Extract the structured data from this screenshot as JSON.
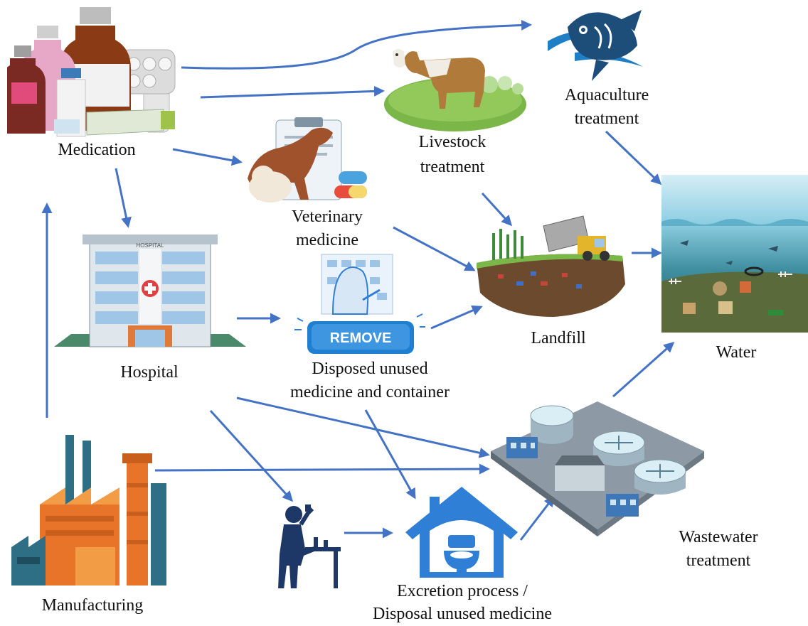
{
  "labels": {
    "medication": "Medication",
    "livestock_l1": "Livestock",
    "livestock_l2": "treatment",
    "aquaculture_l1": "Aquaculture",
    "aquaculture_l2": "treatment",
    "veterinary_l1": "Veterinary",
    "veterinary_l2": "medicine",
    "hospital": "Hospital",
    "disposed_l1": "Disposed unused",
    "disposed_l2": "medicine and container",
    "landfill": "Landfill",
    "water": "Water",
    "manufacturing": "Manufacturing",
    "wastewater_l1": "Wastewater",
    "wastewater_l2": "treatment",
    "excretion_l1": "Excretion process /",
    "excretion_l2": "Disposal unused medicine"
  },
  "pictures": {
    "hospital_sign": "HOSPITAL",
    "remove_button": "REMOVE"
  },
  "colors": {
    "arrow": "#4472c4",
    "text": "#111111",
    "house_blue": "#2f7fd6",
    "person_navy": "#1d3766",
    "factory_orange": "#e8742a",
    "factory_teal": "#2f6f86",
    "water_top": "#bfe6f2",
    "water_bottom": "#1f5f70",
    "soil_brown": "#6b4a2e",
    "grass_green": "#7ab648",
    "remove_blue": "#1f7fd0"
  },
  "icons": [
    "medication-bottles-icon",
    "aquaculture-fish-icon",
    "livestock-cow-icon",
    "veterinary-dog-icon",
    "hospital-building-icon",
    "remove-disposal-icon",
    "landfill-truck-icon",
    "water-pollution-icon",
    "manufacturing-factory-icon",
    "person-drinking-icon",
    "toilet-house-icon",
    "wastewater-plant-icon"
  ]
}
